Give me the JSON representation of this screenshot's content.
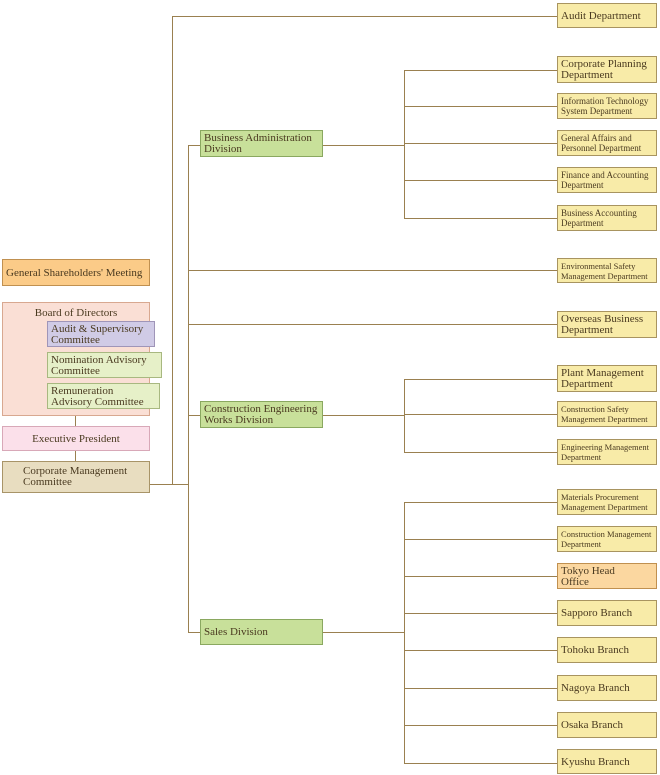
{
  "governance": {
    "shareholders": "General Shareholders' Meeting",
    "board": "Board of Directors",
    "audit_committee": "Audit & Supervisory Committee",
    "nomination_committee": "Nomination Advisory Committee",
    "remuneration_committee": "Remuneration Advisory Committee",
    "president": "Executive President",
    "management_committee": "Corporate Management Committee"
  },
  "direct": {
    "audit": "Audit Department",
    "environmental": "Environmental Safety Management Department",
    "overseas": "Overseas Business Department"
  },
  "divisions": {
    "business_admin": {
      "label": "Business Administration Division",
      "departments": [
        "Corporate Planning Department",
        "Information Technology System Department",
        "General Affairs and Personnel Department",
        "Finance and Accounting Department",
        "Business Accounting Department"
      ]
    },
    "construction": {
      "label": "Construction Engineering Works Division",
      "departments": [
        "Plant Management Department",
        "Construction Safety Management Department",
        "Engineering Management Department"
      ]
    },
    "sales": {
      "label": "Sales Division",
      "departments": [
        "Materials Procurement Management Department",
        "Construction Management Department",
        "Tokyo Head Office",
        "Sapporo Branch",
        "Tohoku Branch",
        "Nagoya Branch",
        "Osaka Branch",
        "Kyushu Branch"
      ]
    }
  }
}
